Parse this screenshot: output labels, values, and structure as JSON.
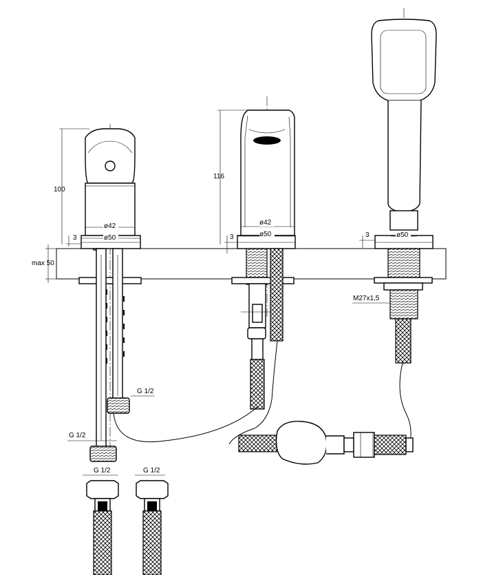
{
  "dimensions": {
    "height_mixer": "100",
    "height_spout": "116",
    "deck_max": "max 50",
    "body_dia_left": "ø42",
    "base_dia_left": "ø50",
    "body_dia_mid": "ø42",
    "base_dia_mid": "ø50",
    "base_dia_right": "ø50",
    "offset_left": "3",
    "offset_mid": "3",
    "offset_right": "3",
    "thread_right": "M27x1,5",
    "thread_g1": "G 1/2",
    "thread_g2": "G 1/2",
    "thread_g3": "G 1/2",
    "thread_g4": "G 1/2"
  }
}
